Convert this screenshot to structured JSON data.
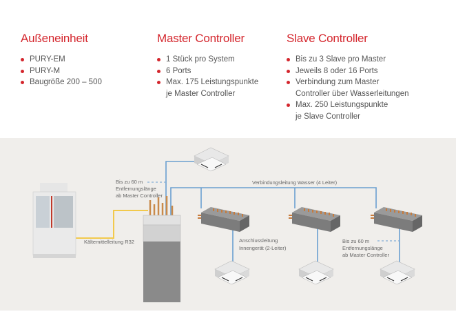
{
  "columns": [
    {
      "title": "Außeneinheit",
      "items": [
        [
          "PURY-EM"
        ],
        [
          "PURY-M"
        ],
        [
          "Baugröße 200 – 500"
        ]
      ]
    },
    {
      "title": "Master Controller",
      "items": [
        [
          "1 Stück pro System"
        ],
        [
          "6 Ports"
        ],
        [
          "Max. 175 Leistungspunkte",
          "je Master Controller"
        ]
      ]
    },
    {
      "title": "Slave Controller",
      "items": [
        [
          "Bis zu 3 Slave pro Master"
        ],
        [
          "Jeweils 8 oder 16 Ports"
        ],
        [
          "Verbindung zum Master",
          "Controller über Wasserleitungen"
        ],
        [
          "Max. 250 Leistungspunkte",
          "je Slave Controller"
        ]
      ]
    }
  ],
  "diagram": {
    "distance_left": [
      "Bis zu 60 m",
      "Entfernungslänge",
      "ab Master Controller"
    ],
    "water_line": "Verbindungsleitung Wasser (4 Leiter)",
    "refrigerant_line": "Kältemittelleitung R32",
    "connection_line": [
      "Anschlussleitung",
      "Innengerät (2-Leiter)"
    ],
    "distance_right": [
      "Bis zu 60 m",
      "Entfernungslänge",
      "ab Master Controller"
    ],
    "colors": {
      "accent": "#d4262d",
      "water_pipe": "#6a9fd0",
      "refrigerant_pipe": "#f2c94c",
      "background": "#f0eeeb"
    }
  }
}
